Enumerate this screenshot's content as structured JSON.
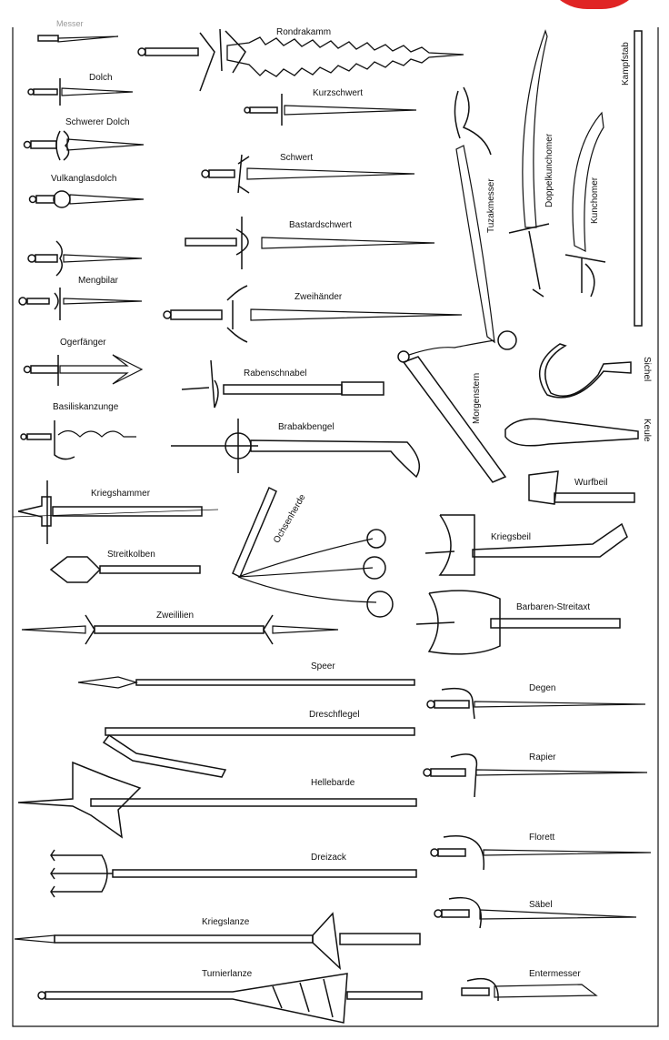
{
  "colors": {
    "ink": "#111111",
    "paper": "#ffffff",
    "badge": "#e02424"
  },
  "weapons": {
    "messer": "Messer",
    "rondrakamm": "Rondrakamm",
    "dolch": "Dolch",
    "kurzschwert": "Kurzschwert",
    "schwerer_dolch": "Schwerer Dolch",
    "schwert": "Schwert",
    "vulkanglasdolch": "Vulkanglasdolch",
    "bastardschwert": "Bastardschwert",
    "mengbilar": "Mengbilar",
    "zweihaender": "Zweihänder",
    "ogerfaenger": "Ogerfänger",
    "rabenschnabel": "Rabenschnabel",
    "basiliskenzunge": "Basiliskanzunge",
    "brabakbengel": "Brabakbengel",
    "kriegshammer": "Kriegshammer",
    "streitkolben": "Streitkolben",
    "zweililien": "Zweililien",
    "speer": "Speer",
    "dreschflegel": "Dreschflegel",
    "hellebarde": "Hellebarde",
    "dreizack": "Dreizack",
    "kriegslanze": "Kriegslanze",
    "turnierlanze": "Turnierlanze",
    "tuzakmesser": "Tuzakmesser",
    "doppelkunchomer": "Doppelkunchomer",
    "kunchomer": "Kunchomer",
    "kampfstab": "Kampfstab",
    "morgenstern": "Morgenstern",
    "sichel": "Sichel",
    "keule": "Keule",
    "wurfbeil": "Wurfbeil",
    "ochsenherde": "Ochsenherde",
    "kriegsbeil": "Kriegsbeil",
    "barbaren_streitaxt": "Barbaren-Streitaxt",
    "degen": "Degen",
    "rapier": "Rapier",
    "florett": "Florett",
    "saebel": "Säbel",
    "entermesser": "Entermesser"
  }
}
